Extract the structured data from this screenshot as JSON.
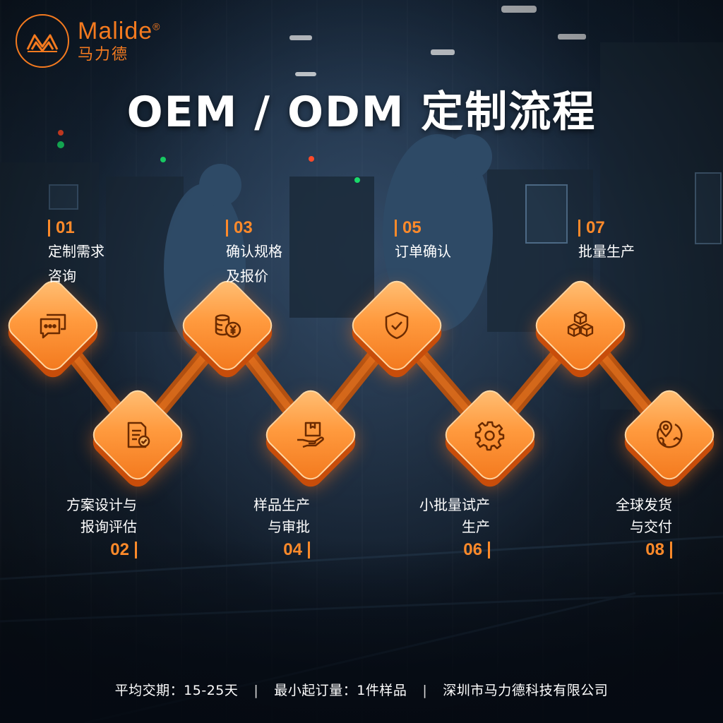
{
  "brand": {
    "name_en": "Malide",
    "registered": "®",
    "name_cn": "马力德"
  },
  "title": "OEM / ODM 定制流程",
  "steps": [
    {
      "num": "01",
      "line1": "定制需求",
      "line2": "咨询",
      "icon": "chat-icon"
    },
    {
      "num": "02",
      "line1": "方案设计与",
      "line2": "报询评估",
      "icon": "document-check-icon"
    },
    {
      "num": "03",
      "line1": "确认规格",
      "line2": "及报价",
      "icon": "coins-yen-icon"
    },
    {
      "num": "04",
      "line1": "样品生产",
      "line2": "与审批",
      "icon": "hand-box-icon"
    },
    {
      "num": "05",
      "line1": "订单确认",
      "line2": "",
      "icon": "shield-check-icon"
    },
    {
      "num": "06",
      "line1": "小批量试产",
      "line2": "生产",
      "icon": "gear-icon"
    },
    {
      "num": "07",
      "line1": "批量生产",
      "line2": "",
      "icon": "cubes-icon"
    },
    {
      "num": "08",
      "line1": "全球发货",
      "line2": "与交付",
      "icon": "globe-pin-icon"
    }
  ],
  "footer": {
    "lead_time": "平均交期：15-25天",
    "moq": "最小起订量：1件样品",
    "company": "深圳市马力德科技有限公司",
    "separator": "|"
  },
  "colors": {
    "accent": "#f47a1f",
    "diamond_light": "#ffc178",
    "diamond_dark": "#c84d0a",
    "connector": "#e06a14"
  }
}
